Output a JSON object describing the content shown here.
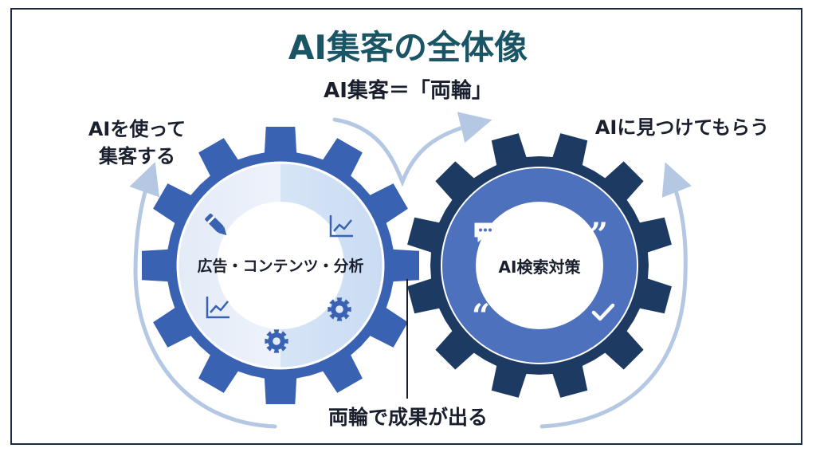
{
  "title": "AI集客の全体像",
  "subtitle": "AI集客＝「両輪」",
  "left_label_line1": "AIを使って",
  "left_label_line2": "集客する",
  "right_label": "AIに見つけてもらう",
  "left_gear": {
    "center_text": "広告・コンテンツ・分析",
    "icons": [
      "pen-icon",
      "line-chart-icon",
      "line-chart-icon",
      "gear-icon",
      "gear-icon"
    ]
  },
  "right_gear": {
    "center_text": "AI検索対策",
    "icons": [
      "chat-bubble-icon",
      "quote-close-icon",
      "quote-open-icon",
      "checkmark-icon"
    ]
  },
  "bottom_caption": "両輪で成果が出る",
  "colors": {
    "title": "#1a5566",
    "text": "#1a1f2e",
    "left_gear": "#3a62b3",
    "left_gear_dark": "#2d4f96",
    "right_gear": "#1d3a63",
    "right_gear_dark": "#172f52",
    "right_ring": "#4e71be",
    "arrow": "#b5c8e3",
    "frame": "#1e2b45"
  }
}
